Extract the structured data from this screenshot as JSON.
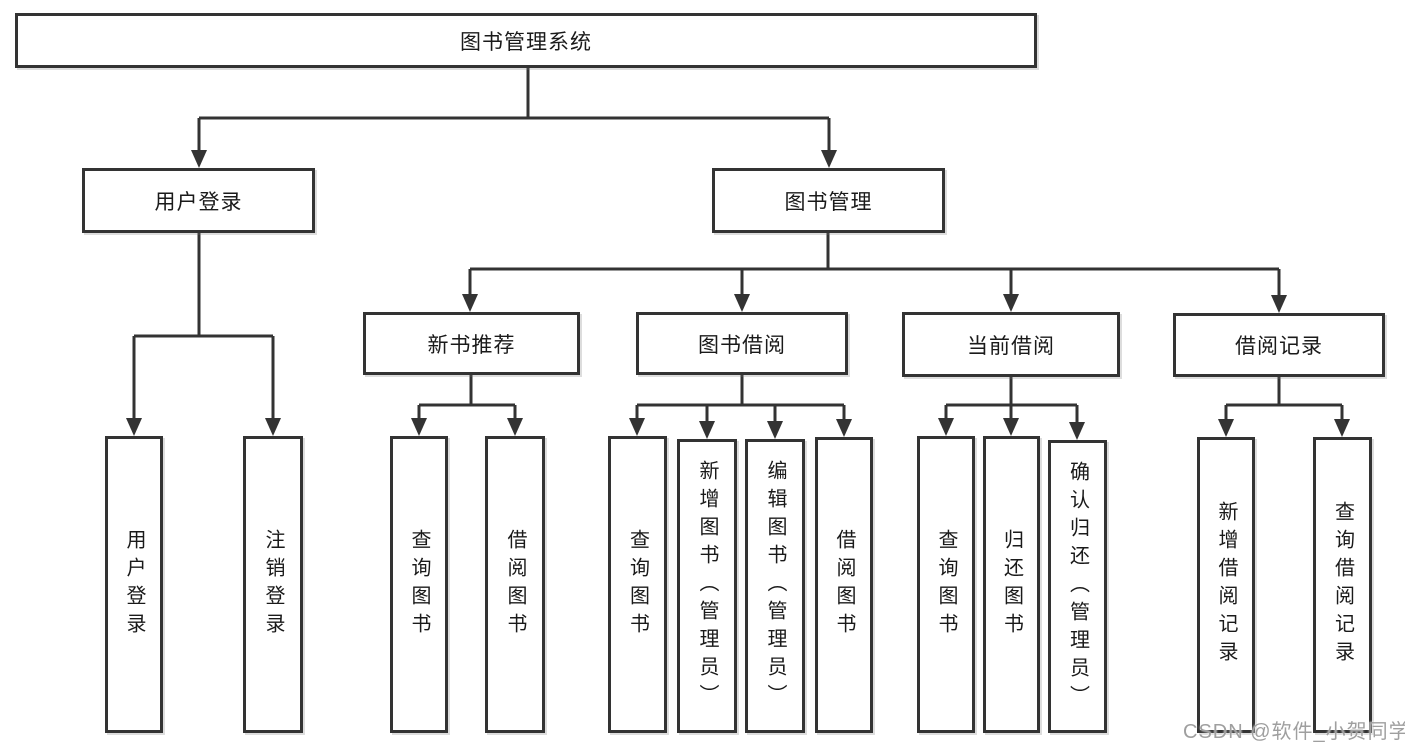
{
  "tree": {
    "root": "图书管理系统",
    "branches": [
      {
        "label": "用户登录",
        "children": [
          "用户登录",
          "注销登录"
        ]
      },
      {
        "label": "图书管理",
        "groups": [
          {
            "label": "新书推荐",
            "children": [
              "查询图书",
              "借阅图书"
            ]
          },
          {
            "label": "图书借阅",
            "children": [
              "查询图书",
              "新增图书（管理员）",
              "编辑图书（管理员）",
              "借阅图书"
            ]
          },
          {
            "label": "当前借阅",
            "children": [
              "查询图书",
              "归还图书",
              "确认归还（管理员）"
            ]
          },
          {
            "label": "借阅记录",
            "children": [
              "新增借阅记录",
              "查询借阅记录"
            ]
          }
        ]
      }
    ]
  },
  "watermark": "CSDN @软件_小贺同学",
  "colors": {
    "line": "#333333",
    "box_border": "#333333",
    "box_fill": "#ffffff",
    "text": "#1a1a1a",
    "watermark": "#9f9f9f",
    "background": "#ffffff"
  }
}
